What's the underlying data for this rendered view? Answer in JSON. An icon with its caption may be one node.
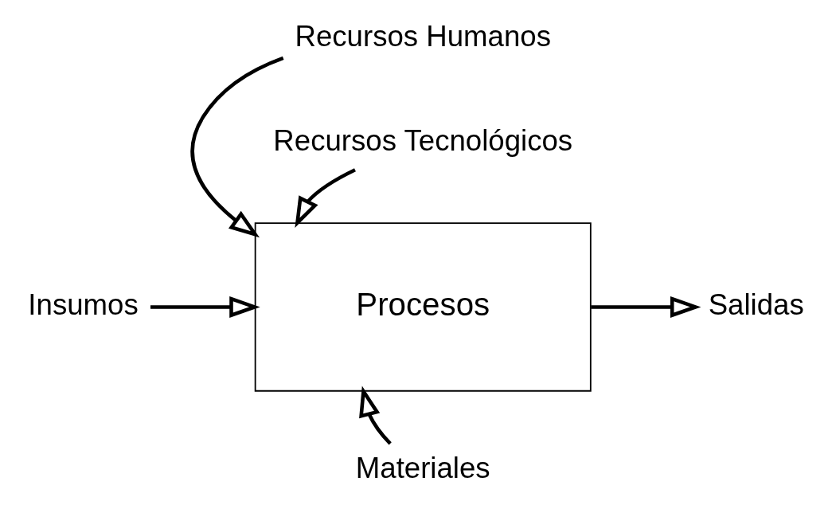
{
  "diagram": {
    "nodes": [
      {
        "text": [
          "Procesos"
        ]
      },
      {
        "text": [
          "Insumos"
        ]
      },
      {
        "text": [
          "Recursos Humanos"
        ]
      },
      {
        "text": [
          "Recursos Tecnológicos"
        ]
      },
      {
        "text": [
          "Materiales"
        ]
      },
      {
        "text": [
          "Salidas"
        ]
      }
    ],
    "edges": [
      {
        "from": 1,
        "to": 0,
        "arrow": "to"
      },
      {
        "from": 2,
        "to": 0,
        "arrow": "to"
      },
      {
        "from": 3,
        "to": 0,
        "arrow": "to"
      },
      {
        "from": 4,
        "to": 0,
        "arrow": "to"
      },
      {
        "from": 0,
        "to": 5,
        "arrow": "to"
      }
    ]
  }
}
